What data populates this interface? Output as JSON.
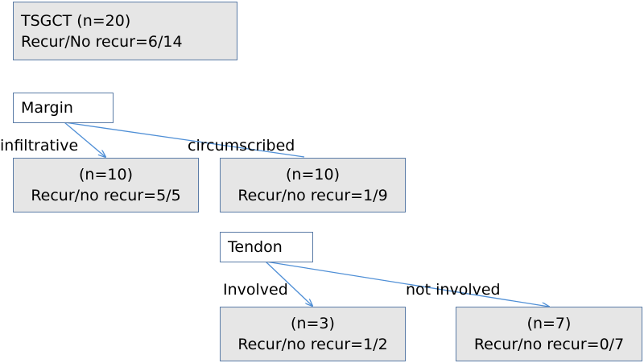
{
  "root": {
    "line1": "TSGCT (n=20)",
    "line2": "Recur/No recur=6/14"
  },
  "margin": {
    "label": "Margin",
    "left_edge": "infiltrative",
    "right_edge": "circumscribed",
    "left_box": {
      "line1": "(n=10)",
      "line2": "Recur/no recur=5/5"
    },
    "right_box": {
      "line1": "(n=10)",
      "line2": "Recur/no recur=1/9"
    }
  },
  "tendon": {
    "label": "Tendon",
    "left_edge": "Involved",
    "right_edge": "not involved",
    "left_box": {
      "line1": "(n=3)",
      "line2": "Recur/no recur=1/2"
    },
    "right_box": {
      "line1": "(n=7)",
      "line2": "Recur/no recur=0/7"
    }
  },
  "colors": {
    "box_fill": "#e6e6e6",
    "border": "#5a7ba6",
    "arrow": "#4f8fd6"
  }
}
